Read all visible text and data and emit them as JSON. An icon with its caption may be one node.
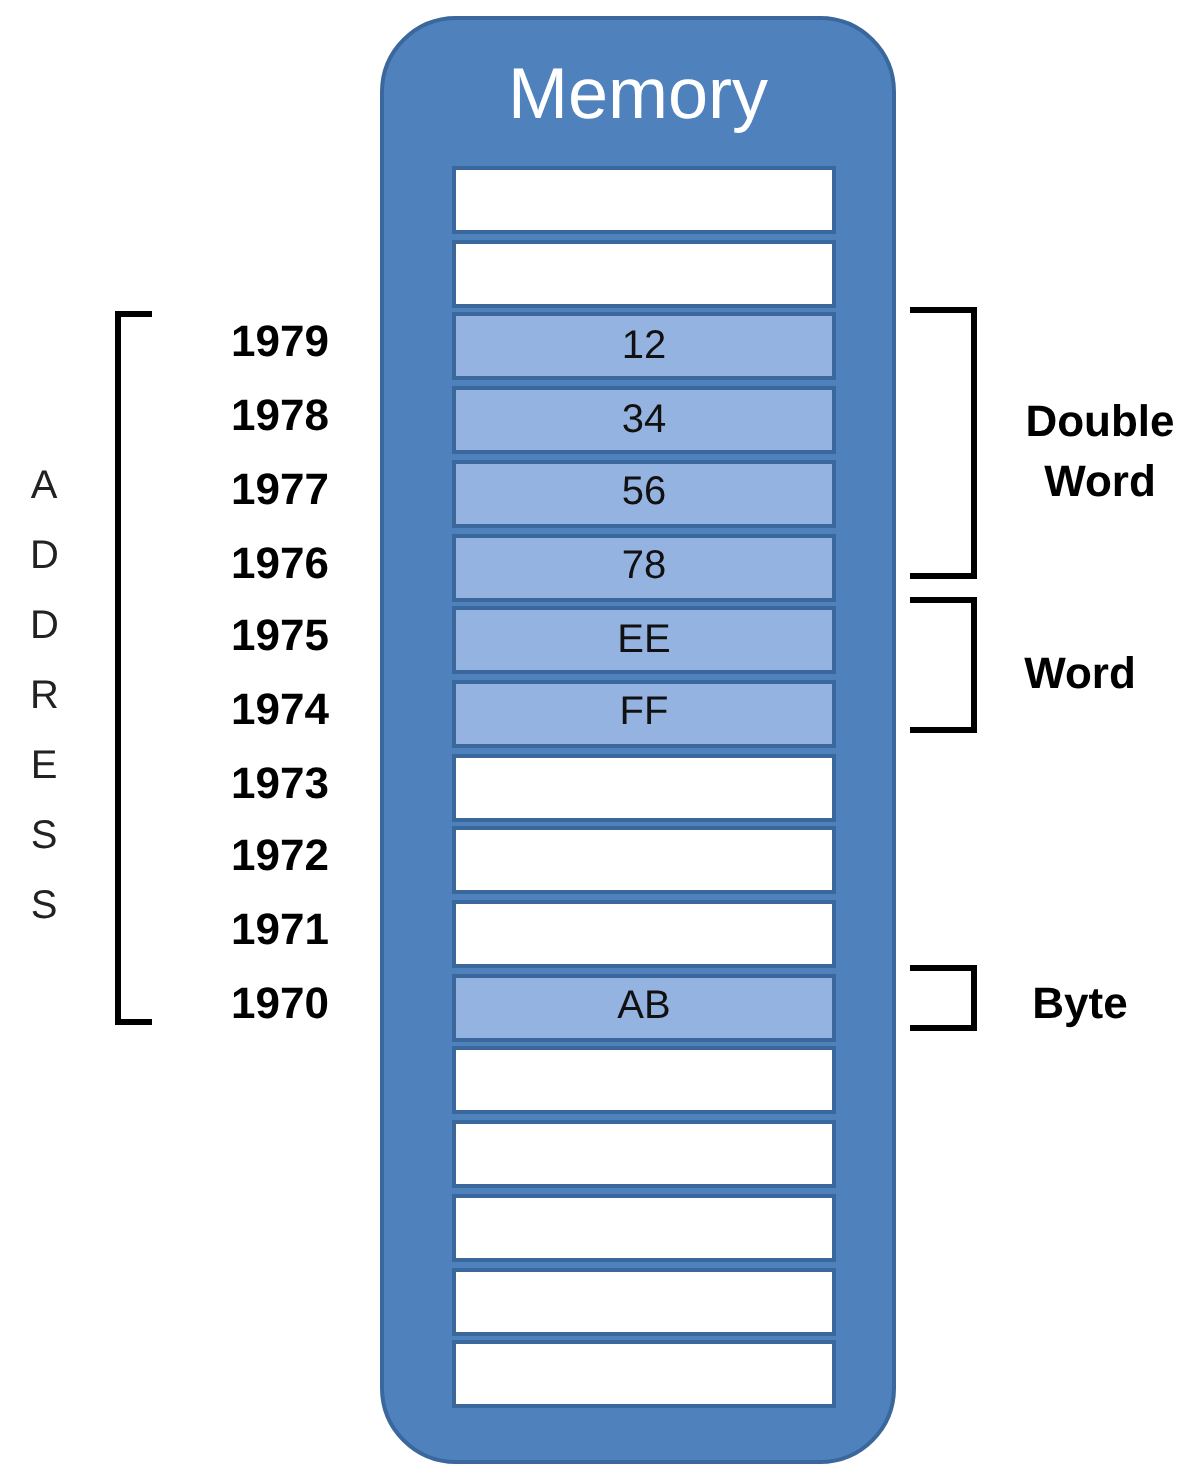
{
  "diagram": {
    "nodes": [
      {
        "text": [
          "Memory"
        ]
      },
      {
        "text": [],
        "shape": "box",
        "in": 0
      },
      {
        "text": [],
        "shape": "box",
        "in": 0
      },
      {
        "text": [
          "12"
        ],
        "in": 0
      },
      {
        "text": [
          "34"
        ],
        "in": 0
      },
      {
        "text": [
          "56"
        ],
        "in": 0
      },
      {
        "text": [
          "78"
        ],
        "in": 0
      },
      {
        "text": [
          "EE"
        ],
        "in": 0
      },
      {
        "text": [
          "FF"
        ],
        "in": 0
      },
      {
        "text": [],
        "shape": "box",
        "in": 0
      },
      {
        "text": [],
        "shape": "box",
        "in": 0
      },
      {
        "text": [],
        "shape": "box",
        "in": 0
      },
      {
        "text": [
          "AB"
        ],
        "in": 0
      },
      {
        "text": [],
        "shape": "box",
        "in": 0
      },
      {
        "text": [],
        "shape": "box",
        "in": 0
      },
      {
        "text": [],
        "shape": "box",
        "in": 0
      },
      {
        "text": [],
        "shape": "box",
        "in": 0
      },
      {
        "text": [],
        "shape": "box",
        "in": 0
      }
    ],
    "edges": [],
    "labels": [
      "ADDRESS",
      "1979",
      "1978",
      "1977",
      "1976",
      "1975",
      "1974",
      "1973",
      "1972",
      "1971",
      "1970",
      "Double Word",
      "Word",
      "Byte"
    ]
  }
}
